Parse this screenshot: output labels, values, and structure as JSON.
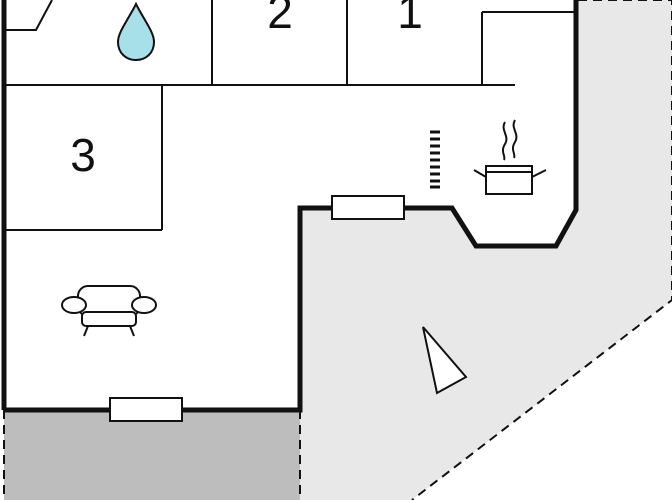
{
  "rooms": [
    {
      "label": "2"
    },
    {
      "label": "1"
    },
    {
      "label": "3"
    }
  ],
  "icons": [
    "water-drop-icon",
    "cooking-pot-icon",
    "armchair-icon",
    "radiator-icon",
    "compass-arrow-icon"
  ],
  "colors": {
    "wall": "#111111",
    "terrace": "#e8e8e8",
    "paved_area": "#bdbdbd",
    "water": "#a8e0ea",
    "background": "#ffffff"
  }
}
